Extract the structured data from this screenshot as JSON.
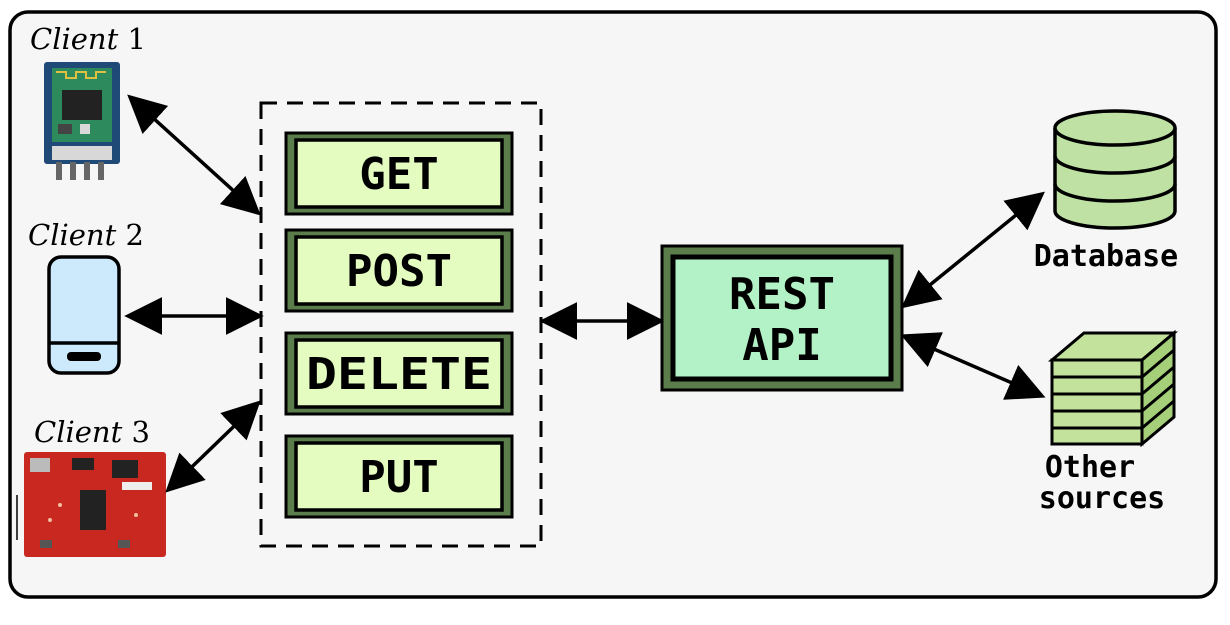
{
  "clients": [
    {
      "prefix": "Client",
      "number": "1",
      "device": "bluetooth-module"
    },
    {
      "prefix": "Client",
      "number": "2",
      "device": "smartphone"
    },
    {
      "prefix": "Client",
      "number": "3",
      "device": "microcontroller-board"
    }
  ],
  "methods": [
    "GET",
    "POST",
    "DELETE",
    "PUT"
  ],
  "api": {
    "line1": "REST",
    "line2": "API"
  },
  "sources": {
    "database": "Database",
    "other_line1": "Other",
    "other_line2": "sources"
  },
  "colors": {
    "method_fill": "#e4fcc0",
    "method_border": "#5b7d4c",
    "api_fill": "#b3f2c6",
    "db_fill": "#bfe1a4",
    "stack_fill": "#c3e39c",
    "phone_fill": "#cde9fc",
    "board_red": "#c8281f",
    "frame_bg": "#f6f6f6"
  }
}
